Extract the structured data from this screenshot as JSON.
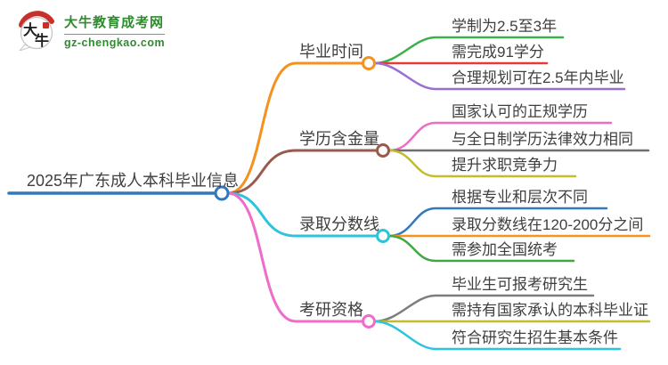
{
  "logo": {
    "site_name": "大牛教育成考网",
    "site_url": "gz-chengkao.com",
    "badge_text_top": "大",
    "badge_text_bottom": "牛",
    "brand_green": "#2e8b2e",
    "brand_red": "#c9302c"
  },
  "mindmap": {
    "root": {
      "label": "2025年广东成人本科毕业信息",
      "color": "#2e78bb"
    },
    "branches": [
      {
        "label": "毕业时间",
        "color": "#f5921e",
        "children": [
          {
            "label": "学制为2.5至3年",
            "color": "#3cb14a"
          },
          {
            "label": "需完成91学分",
            "color": "#e53a3c"
          },
          {
            "label": "合理规划可在2.5年内毕业",
            "color": "#9b6fd0"
          }
        ]
      },
      {
        "label": "学历含金量",
        "color": "#9a5a4e",
        "children": [
          {
            "label": "国家认可的正规学历",
            "color": "#ef6ec3"
          },
          {
            "label": "与全日制学历法律效力相同",
            "color": "#6f6f6f"
          },
          {
            "label": "提升求职竞争力",
            "color": "#c2bd2f"
          }
        ]
      },
      {
        "label": "录取分数线",
        "color": "#2dc3dd",
        "children": [
          {
            "label": "根据专业和层次不同",
            "color": "#3279be"
          },
          {
            "label": "录取分数线在120-200分之间",
            "color": "#f7941e"
          },
          {
            "label": "需参加全国统考",
            "color": "#42a642"
          }
        ]
      },
      {
        "label": "考研资格",
        "color": "#f16cc8",
        "children": [
          {
            "label": "毕业生可报考研究生",
            "color": "#7d7d7d"
          },
          {
            "label": "需持有国家承认的本科毕业证",
            "color": "#c2bd2f"
          },
          {
            "label": "符合研究生招生基本条件",
            "color": "#2cc5de"
          }
        ]
      }
    ]
  }
}
